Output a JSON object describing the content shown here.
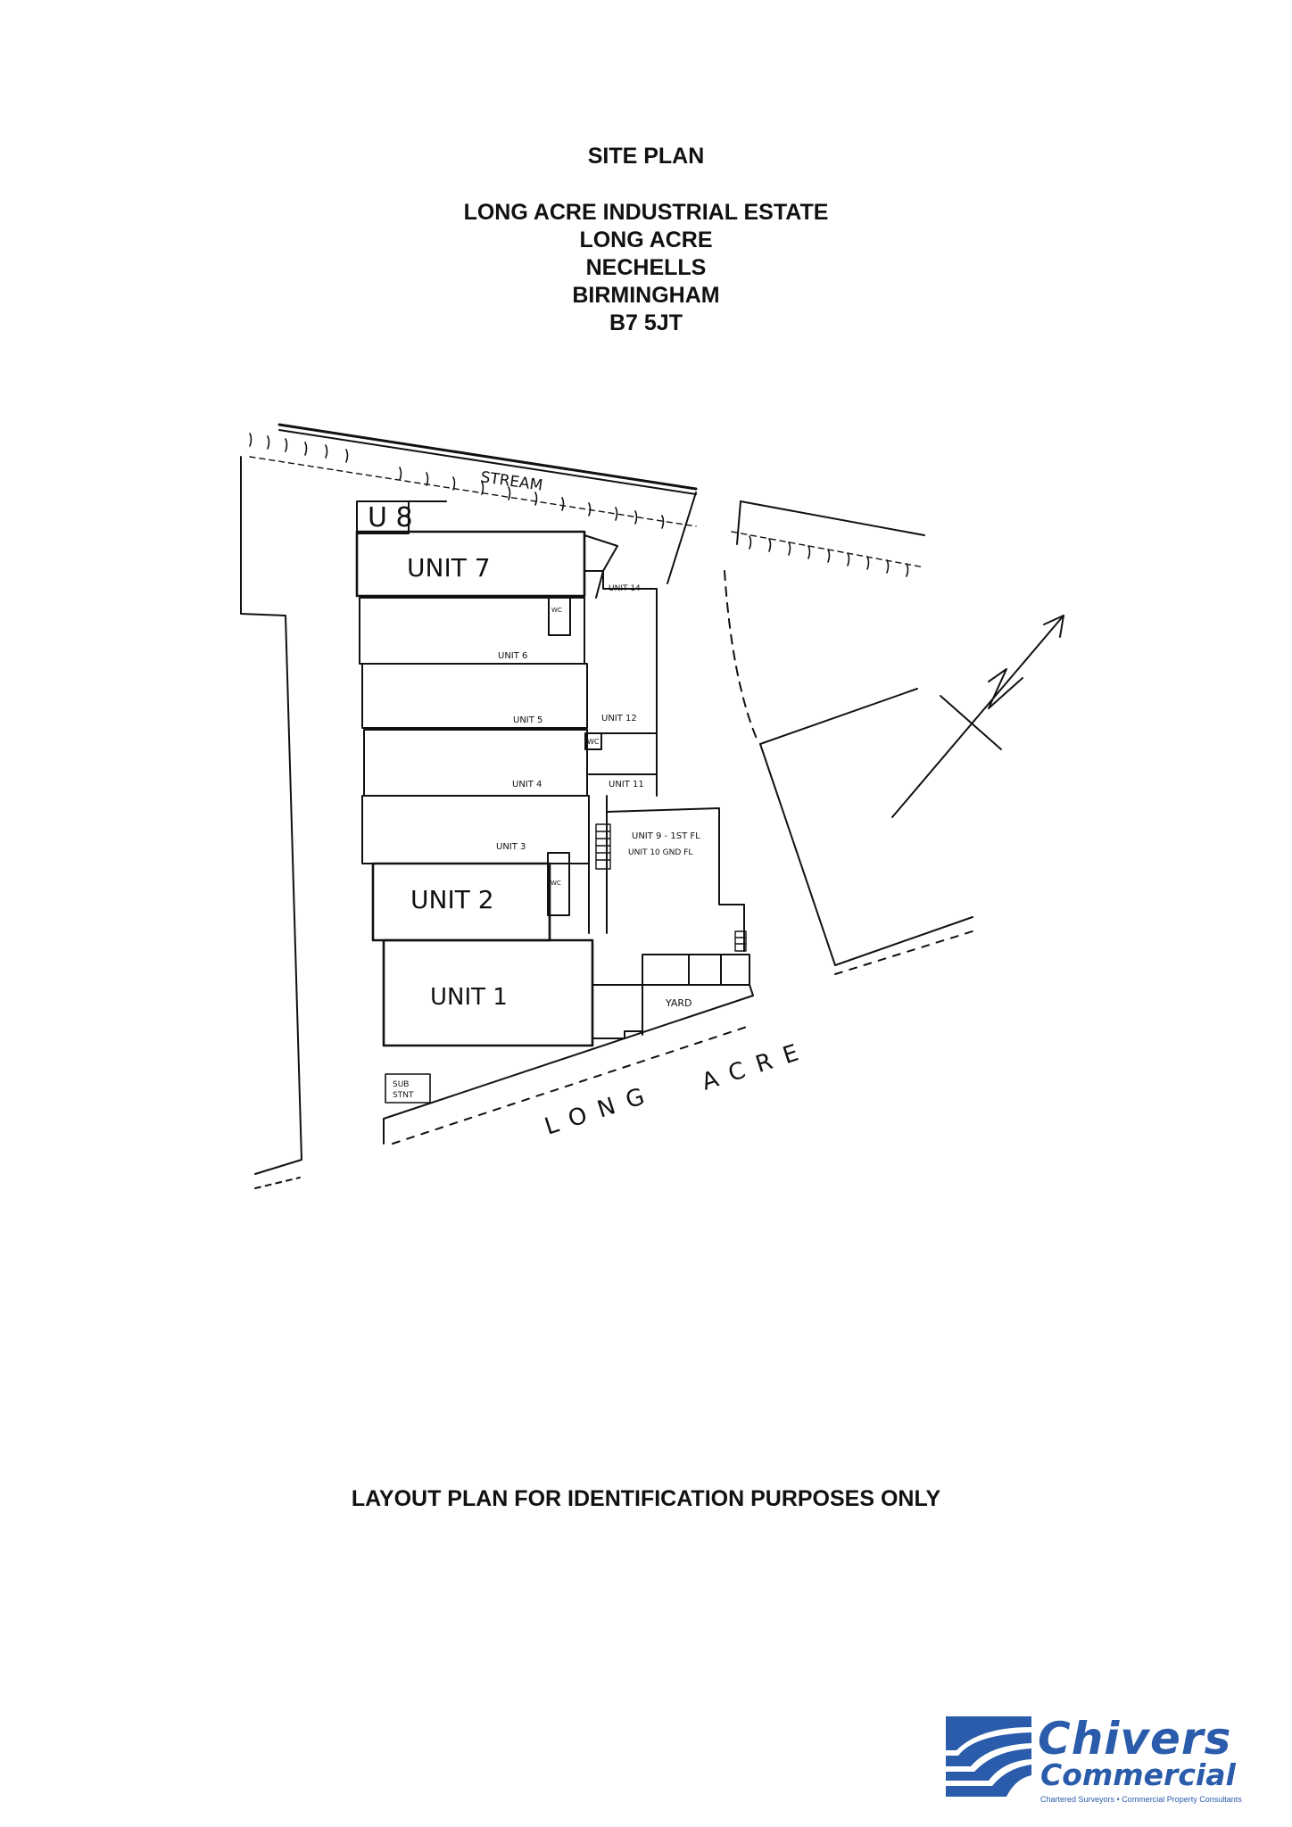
{
  "header": {
    "title": "SITE PLAN",
    "address": [
      "LONG ACRE INDUSTRIAL ESTATE",
      "LONG ACRE",
      "NECHELLS",
      "BIRMINGHAM",
      "B7 5JT"
    ]
  },
  "plan": {
    "stream": "STREAM",
    "road": "LONG ACRE",
    "road_left": "LONG",
    "road_right": "ACRE",
    "units": {
      "u8": "U 8",
      "u7": "UNIT 7",
      "u6": "UNIT 6",
      "u5": "UNIT 5",
      "u4": "UNIT 4",
      "u3": "UNIT 3",
      "u2": "UNIT 2",
      "u1": "UNIT 1",
      "u14": "UNIT 14",
      "u12": "UNIT 12",
      "u11": "UNIT 11",
      "u9": "UNIT 9 - 1ST FL",
      "u10": "UNIT 10 GND FL"
    },
    "wc": "WC",
    "yard": "YARD",
    "substation": [
      "SUB",
      "STNT"
    ]
  },
  "footer": {
    "note": "LAYOUT PLAN FOR IDENTIFICATION PURPOSES ONLY"
  },
  "logo": {
    "name1": "Chivers",
    "name2": "Commercial",
    "tagline": "Chartered Surveyors • Commercial Property Consultants",
    "color": "#2a5cab"
  }
}
